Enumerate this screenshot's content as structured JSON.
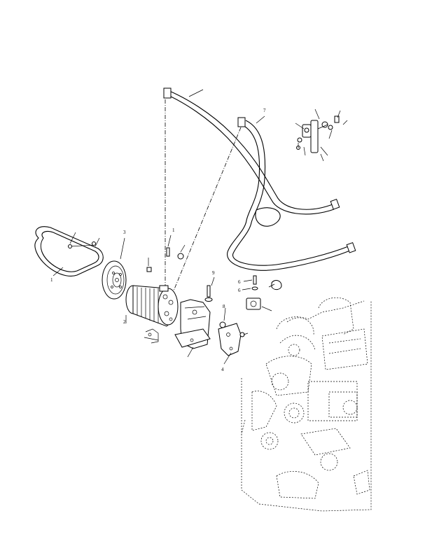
{
  "callouts": {
    "c1": "7",
    "c2": "3",
    "c3": "1",
    "c4": "9",
    "c5": "6",
    "c6": "6",
    "c7": "8",
    "c8": "1",
    "c9": "2",
    "c10": "4"
  }
}
